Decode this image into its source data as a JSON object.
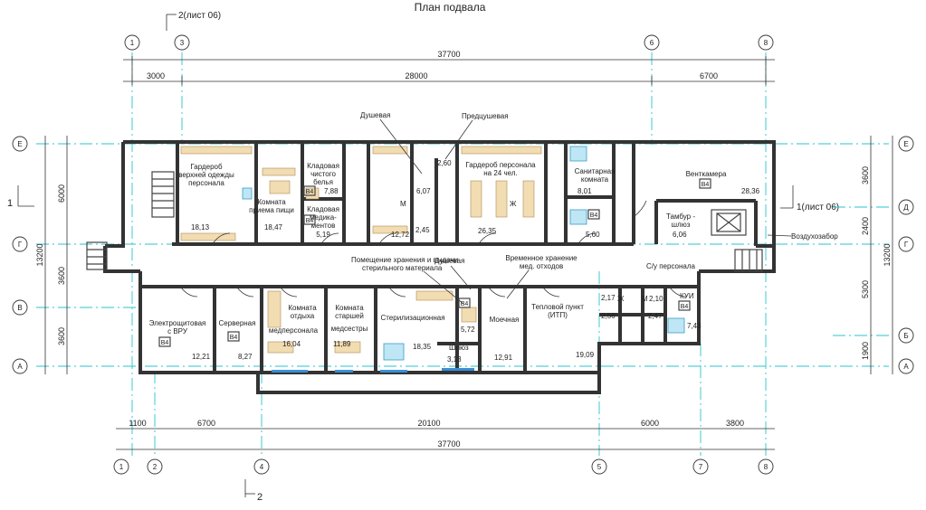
{
  "title": "План подвала",
  "sections": {
    "top": "2(лист 06)",
    "bottom": "2",
    "left": "1",
    "right": "1(лист 06)"
  },
  "axes": {
    "top": [
      "1",
      "3",
      "6",
      "8"
    ],
    "bottom": [
      "1",
      "2",
      "4",
      "5",
      "7",
      "8"
    ],
    "left": [
      "Е",
      "Г",
      "В",
      "А"
    ],
    "right": [
      "Е",
      "Д",
      "Г",
      "Б",
      "А"
    ]
  },
  "dims": {
    "top_total": "37700",
    "top_parts": [
      "3000",
      "28000",
      "6700"
    ],
    "bottom_parts": [
      "1100",
      "6700",
      "20100",
      "6000",
      "3800"
    ],
    "bottom_total": "37700",
    "left_total": "13200",
    "left_parts": [
      "6000",
      "3600",
      "3600"
    ],
    "right_total": "13200",
    "right_parts": [
      "3600",
      "2400",
      "5300",
      "1900"
    ]
  },
  "rooms": {
    "garderob_top": [
      "Гардероб",
      "верхней одежды",
      "персонала"
    ],
    "garderob_top_area": "18,13",
    "food": [
      "Комната",
      "приема пищи"
    ],
    "food_area": "18,47",
    "linen": [
      "Кладовая",
      "чистого",
      "белья"
    ],
    "linen_area": "7,88",
    "med_store": [
      "Кладовая",
      "медика-",
      "ментов"
    ],
    "med_store_area": "5,19",
    "m_top": "М",
    "m_top_area": "12,72",
    "shower_area": "6,07",
    "preshower_area": "2,60",
    "shower_small_area": "2,45",
    "garderob_staff": [
      "Гардероб персонала",
      "на 24 чел."
    ],
    "zh_top": "Ж",
    "garderob_staff_area": "26,35",
    "sanitary": [
      "Санитарная",
      "комната"
    ],
    "sanitary_area": "8,01",
    "sanitary_small_area": "5,60",
    "vent": "Венткамера",
    "vent_area": "28,36",
    "tambur": [
      "Тамбур -",
      "шлюз"
    ],
    "tambur_area": "6,06",
    "air_intake": "Воздухозабор",
    "shower_label": "Душевая",
    "preshower_label": "Предцушевая",
    "shower_label2": "Душевая",
    "sterile_store": [
      "Помещение хранения и выдачи",
      "стерильного материала"
    ],
    "sterile_store_area": "5,72",
    "temp_store": [
      "Временное хранение",
      "мед. отходов"
    ],
    "toilets": "С/у персонала",
    "electro": [
      "Электрощитовая",
      "с ВРУ"
    ],
    "electro_area": "12,21",
    "server": "Серверная",
    "server_area": "8,27",
    "rest": [
      "Комната",
      "отдыха",
      "медперсонала"
    ],
    "rest_area": "16,04",
    "senior": [
      "Комната",
      "старшей",
      "медсестры"
    ],
    "senior_area": "11,89",
    "steril": "Стерилизационная",
    "steril_area": "18,35",
    "sluice": "Шлюз",
    "sluice_area": "3,13",
    "wash": "Моечная",
    "wash_area": "12,91",
    "heat": [
      "Тепловой пункт",
      "(ИТП)"
    ],
    "heat_area": "19,09",
    "t1_area": "2,17",
    "t2_area": "2,56",
    "t3_area": "2,10",
    "t4_area": "2,47",
    "zh_small": "Ж",
    "m_small": "М",
    "kui": "КУИ",
    "kui_area": "7,43",
    "tag": "В4"
  }
}
